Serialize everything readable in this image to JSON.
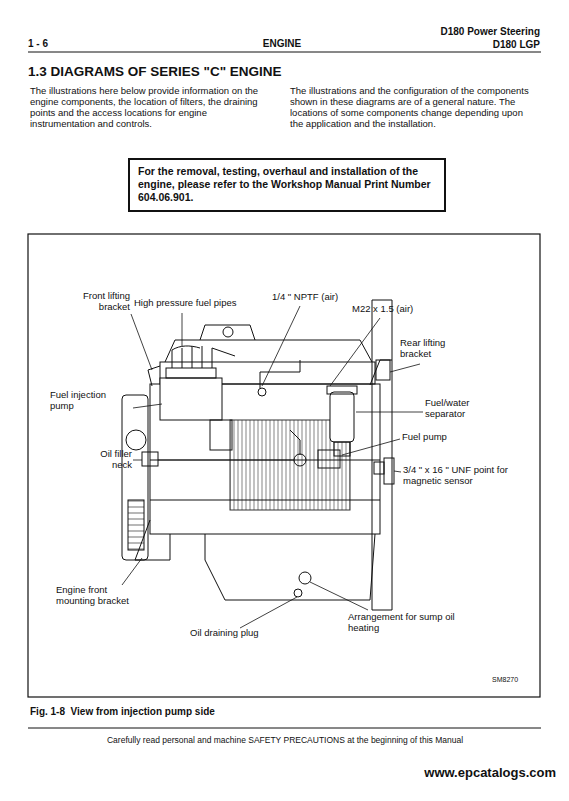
{
  "diagram": {
    "title": "1.3 DIAGRAMS OF SERIES \"C\" ENGINE",
    "caption": "Fig. 1-8  View from injection pump side",
    "nodes": [
      {
        "text": [
          "For the removal, testing, overhaul and installation of the engine, please refer to the Workshop Manual Print Number 604.06.901."
        ]
      }
    ],
    "labels": [
      "1 - 6",
      "ENGINE",
      "D180 Power Steering",
      "D180 LGP",
      "The illustrations here below provide information on the engine components, the location of filters, the draining points and the access locations for engine instrumentation and controls.",
      "The illustrations and the configuration of the components shown in these diagrams are of a general nature. The locations of some components change depending upon the application and the installation.",
      "Front lifting bracket",
      "High pressure fuel pipes",
      "1/4 \" NPTF (air)",
      "M22 x 1.5 (air)",
      "Rear lifting bracket",
      "Fuel injection pump",
      "Fuel/water separator",
      "Fuel pump",
      "Oil filler neck",
      "3/4 \" x 16 \" UNF point for magnetic sensor",
      "Engine front mounting bracket",
      "Arrangement for sump oil heating",
      "Oil draining plug",
      "SM8270",
      "Carefully read personal and machine SAFETY PRECAUTIONS at the beginning of this Manual",
      "www.epcatalogs.com"
    ]
  }
}
